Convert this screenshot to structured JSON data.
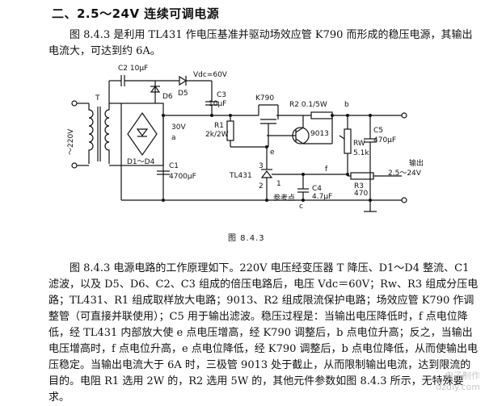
{
  "heading": "二、2.5～24V 连续可调电源",
  "intro": "图 8.4.3 是利用 TL431 作电压基准并驱动场效应管 K790 而形成的稳压电源，其输出电流大，可达到约 6A。",
  "figure": {
    "caption": "图 8.4.3",
    "labels": {
      "c2": "C2 10μF",
      "d6": "D6",
      "d5": "D5",
      "vdc": "Vdc=60V",
      "c3": "C3",
      "c3val": "10μF",
      "k790": "K790",
      "r2": "R2 0.1/5W",
      "node_b": "b",
      "t": "T",
      "v220": "～220V",
      "v30": "30V",
      "node_a": "a",
      "r1": "R1",
      "r1val": "2k/2W",
      "q9013": "9013",
      "rw": "RW",
      "rwval": "5.1k",
      "c5": "C5",
      "c5val": "470μF",
      "d1d4": "D1～D4",
      "c1": "C1",
      "c1val": "4700μF",
      "node_e": "e",
      "pin3": "3",
      "tl431": "TL431",
      "pin2": "2",
      "pin1": "1",
      "node_f": "f",
      "r3": "R3",
      "r3val": "470",
      "out1": "输出",
      "out2": "2.5～24V",
      "c4": "C4",
      "c4val": "4.7μF",
      "refpt": "参考点",
      "node_c": "c"
    }
  },
  "analysis": "图 8.4.3 电源电路的工作原理如下。220V 电压经变压器 T 降压、D1～D4 整流、C1 滤波，以及 D5、D6、C2、C3 组成的倍压电路后，电压 Vdc＝60V；Rw、R3 组成分压电路；TL431、R1 组成取样放大电路；9013、R2 组成限流保护电路；场效应管 K790 作调整管（可直接并联使用）；C5 用于输出滤波。稳压过程是：当输出电压降低时，f 点电位降低，经 TL431 内部放大使 e 点电压增高，经 K790 调整后，b 点电位升高；反之，当输出电压增高时，f 点电位升高，e 点电位降低，经 K790 调整后，b 点电位降低，从而使输出电压稳定。当输出电流大于 6A 时，三极管 9013 处于截止，从而限制输出电流，达到限流的目的。电阻 R1 选用 2W 的，R2 选用 5W 的，其他元件参数如图 8.4.3 所示，无特殊要求。",
  "watermark": {
    "line1": "电子制作",
    "line2": "dzdiy.com"
  }
}
